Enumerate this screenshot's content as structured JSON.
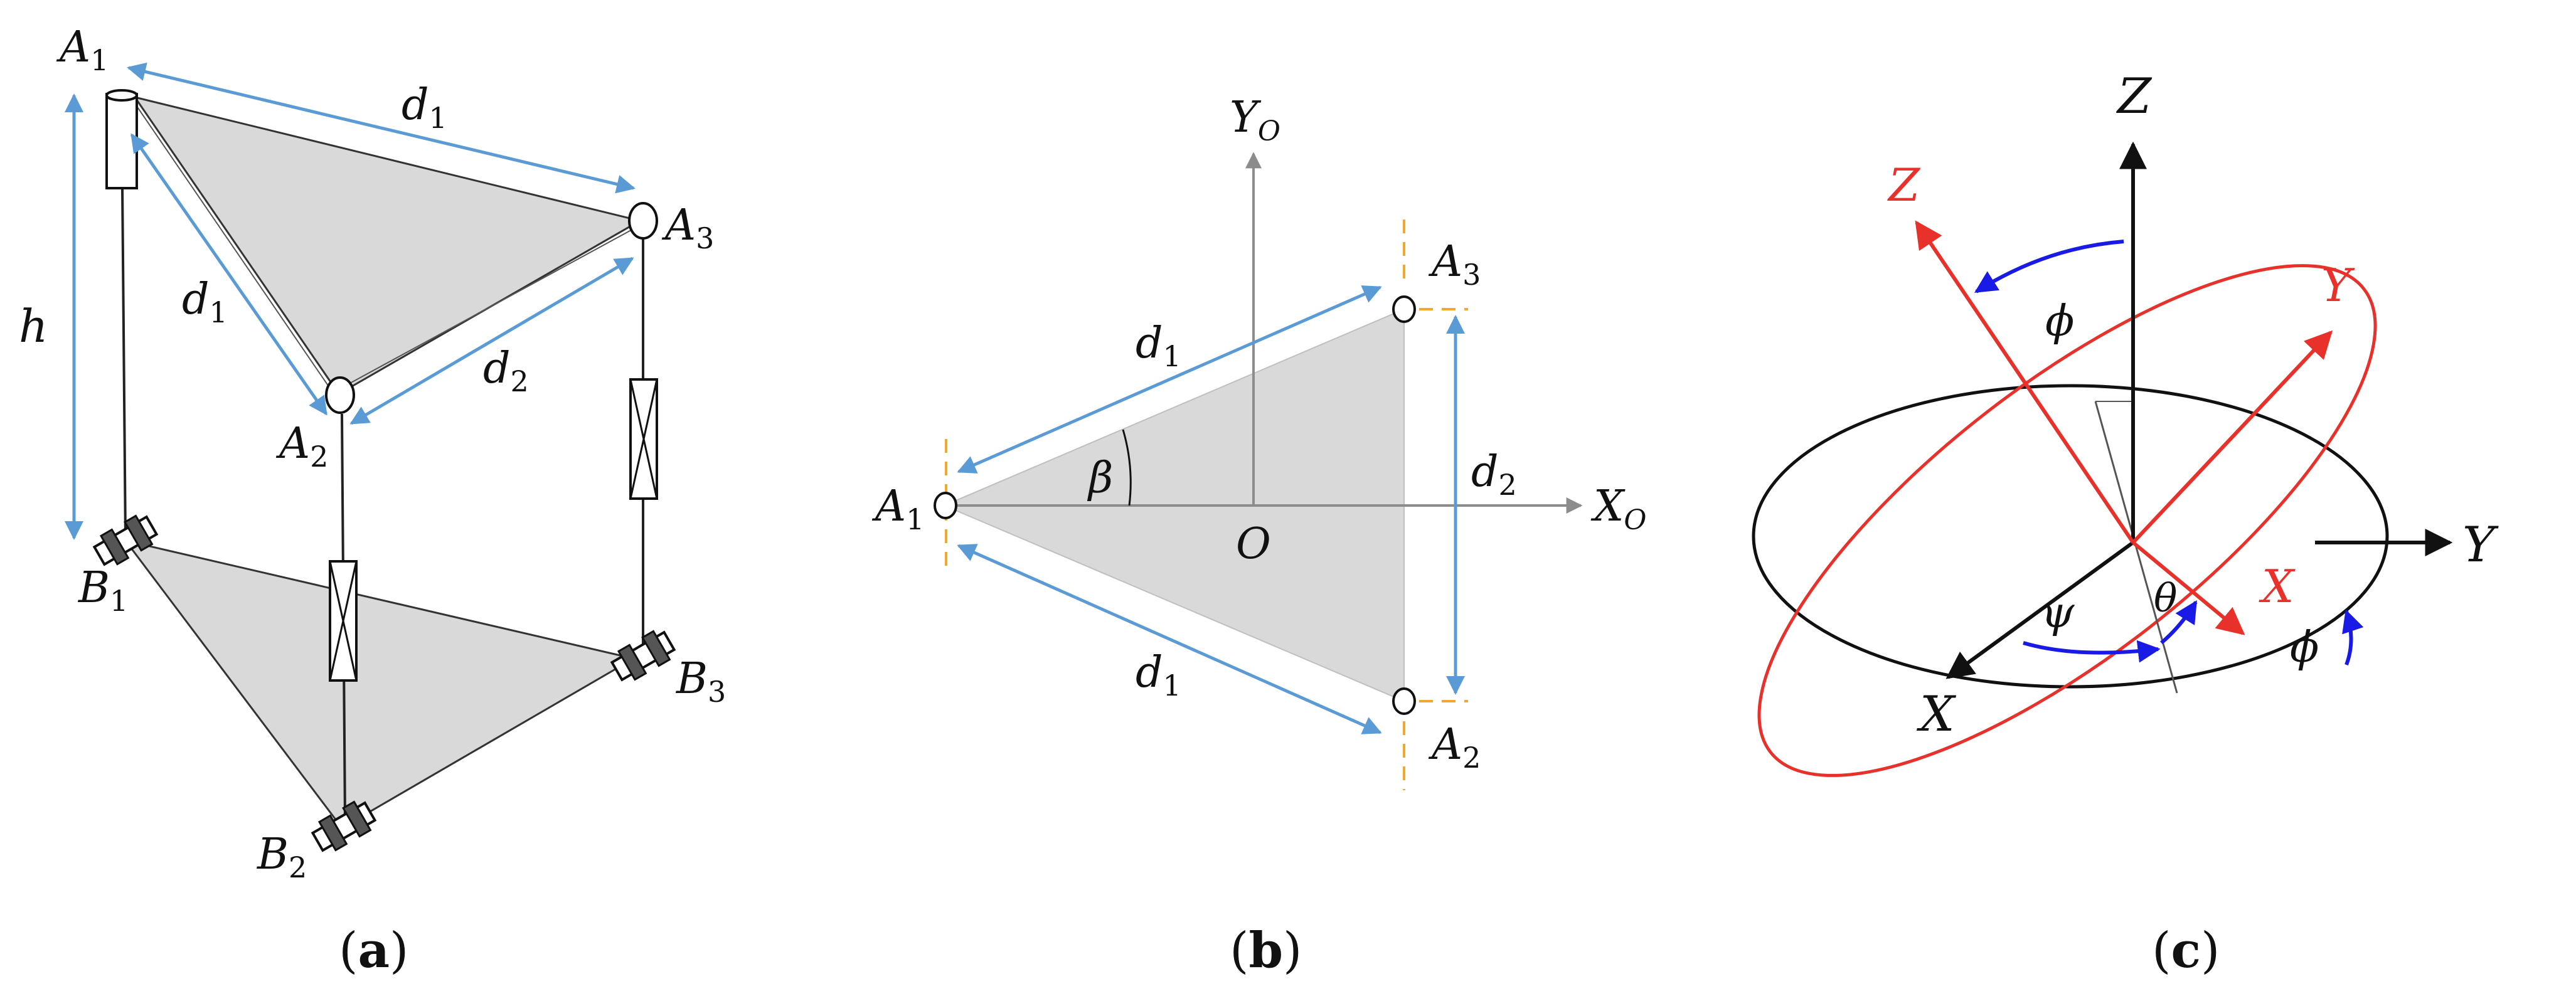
{
  "colors": {
    "blue_dim": "#5B9BD5",
    "gray_fill": "#D9D9D9",
    "axis_gray": "#8C8C8C",
    "orange_dash": "#F0A830",
    "red": "#E8312A",
    "dark_blue": "#1A1AE6",
    "black": "#111111"
  },
  "panel_a": {
    "caption_open": "(",
    "caption_letter": "a",
    "caption_close": ")",
    "labels": {
      "A1": "A",
      "A1_sub": "1",
      "A2": "A",
      "A2_sub": "2",
      "A3": "A",
      "A3_sub": "3",
      "B1": "B",
      "B1_sub": "1",
      "B2": "B",
      "B2_sub": "2",
      "B3": "B",
      "B3_sub": "3",
      "h": "h",
      "d1_top": "d",
      "d1_top_sub": "1",
      "d1_side": "d",
      "d1_side_sub": "1",
      "d2": "d",
      "d2_sub": "2"
    }
  },
  "panel_b": {
    "caption_open": "(",
    "caption_letter": "b",
    "caption_close": ")",
    "labels": {
      "Yo": "Y",
      "Yo_sub": "O",
      "Xo": "X",
      "Xo_sub": "O",
      "O": "O",
      "A1": "A",
      "A1_sub": "1",
      "A2": "A",
      "A2_sub": "2",
      "A3": "A",
      "A3_sub": "3",
      "beta": "β",
      "d1_top": "d",
      "d1_top_sub": "1",
      "d1_bottom": "d",
      "d1_bottom_sub": "1",
      "d2": "d",
      "d2_sub": "2"
    }
  },
  "panel_c": {
    "caption_open": "(",
    "caption_letter": "c",
    "caption_close": ")",
    "labels": {
      "Z_black": "Z",
      "Y_black": "Y",
      "X_black": "X",
      "Z_red": "Z",
      "Y_red": "Y",
      "X_red": "X",
      "phi_top": "ϕ",
      "phi_right": "ϕ",
      "psi": "ψ",
      "theta": "θ"
    }
  }
}
